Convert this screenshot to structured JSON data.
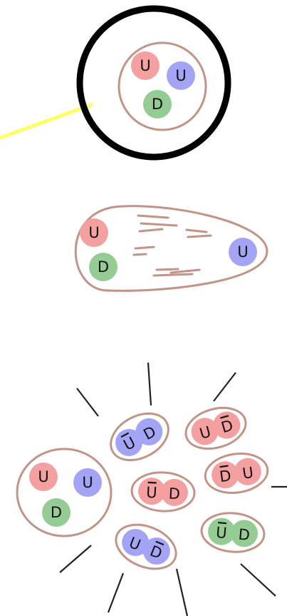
{
  "colors": {
    "up": "#f5a0a0",
    "down_blue": "#a4a4f6",
    "down_green": "#94cc94",
    "membrane": "#c49388",
    "pointer": "#ffff66",
    "ring": "#000000",
    "ray": "#222222"
  },
  "panel1": {
    "q1": "U",
    "q2": "U",
    "q3": "D"
  },
  "panel2": {
    "q1": "U",
    "q2": "D",
    "q3": "U"
  },
  "panel3": {
    "proton": {
      "q1": "U",
      "q2": "U",
      "q3": "D"
    },
    "meson1": {
      "a": "U",
      "b": "D"
    },
    "meson2": {
      "a": "U",
      "b": "D"
    },
    "meson3": {
      "a": "U",
      "b": "D"
    },
    "meson4": {
      "a": "D",
      "b": "U"
    },
    "meson5": {
      "a": "U",
      "b": "D"
    },
    "meson6": {
      "a": "U",
      "b": "D"
    }
  }
}
